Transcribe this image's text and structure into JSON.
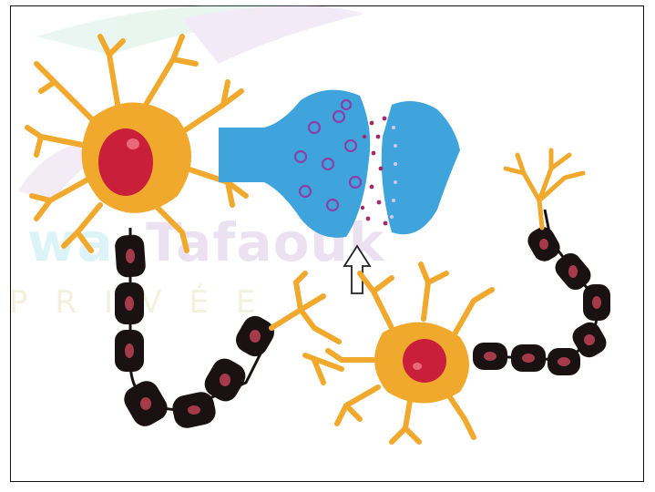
{
  "watermark": {
    "part1": "wa",
    "part2": "Tafaouk",
    "part3": "PRIVÉE"
  },
  "colors": {
    "neuron_body": "#f0a92c",
    "nucleus": "#c91f3a",
    "myelin": "#1a1212",
    "myelin_core": "#a53a4a",
    "synapse": "#3fa4dc",
    "vesicle": "#8b3fa8",
    "neurotransmitter": "#a02a6a"
  },
  "icons": {
    "arrow": "up-arrow-icon"
  }
}
